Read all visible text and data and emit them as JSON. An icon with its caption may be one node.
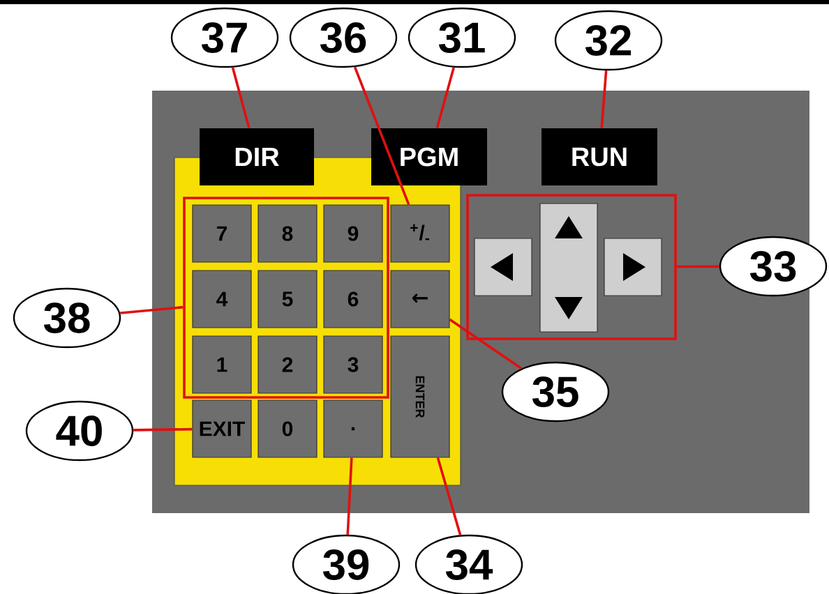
{
  "diagram": {
    "nodes": [
      {
        "text": [
          "37"
        ]
      },
      {
        "text": [
          "36"
        ]
      },
      {
        "text": [
          "31"
        ]
      },
      {
        "text": [
          "32"
        ]
      },
      {
        "text": [],
        "shape": "box"
      },
      {
        "text": [
          "DIR"
        ],
        "in": 4
      },
      {
        "text": [
          "PGM"
        ],
        "in": 4
      },
      {
        "text": [
          "RUN"
        ],
        "in": 4
      },
      {
        "text": [],
        "shape": "box",
        "in": 4
      },
      {
        "text": [],
        "shape": "box",
        "in": 8
      },
      {
        "text": [
          "7"
        ],
        "in": 9
      },
      {
        "text": [
          "8"
        ],
        "in": 9
      },
      {
        "text": [
          "9"
        ],
        "in": 9
      },
      {
        "text": [
          "4"
        ],
        "in": 9
      },
      {
        "text": [
          "5"
        ],
        "in": 9
      },
      {
        "text": [
          "6"
        ],
        "in": 9
      },
      {
        "text": [
          "1"
        ],
        "in": 9
      },
      {
        "text": [
          "2"
        ],
        "in": 9
      },
      {
        "text": [
          "3"
        ],
        "in": 9
      },
      {
        "text": [
          "$^{+}$/$_{-}$"
        ],
        "in": 8
      },
      {
        "text": [
          "←"
        ],
        "in": 8
      },
      {
        "text": [
          "ENTER"
        ],
        "in": 8
      },
      {
        "text": [
          "EXIT"
        ],
        "in": 8
      },
      {
        "text": [
          "0"
        ],
        "in": 8
      },
      {
        "text": [
          "."
        ],
        "in": 8
      },
      {
        "text": [],
        "shape": "box",
        "in": 4
      },
      {
        "text": [],
        "shape": "box",
        "in": 25
      },
      {
        "text": [],
        "shape": "box",
        "in": 25
      },
      {
        "text": [],
        "shape": "box",
        "in": 25
      },
      {
        "text": [
          "33"
        ]
      },
      {
        "text": [
          "38"
        ]
      },
      {
        "text": [
          "35"
        ],
        "in": 4
      },
      {
        "text": [
          "40"
        ]
      },
      {
        "text": [
          "39"
        ]
      },
      {
        "text": [
          "34"
        ]
      }
    ],
    "edges": [
      {
        "from": 0,
        "to": 5,
        "arrow": "none"
      },
      {
        "from": 1,
        "to": 19,
        "arrow": "none"
      },
      {
        "from": 2,
        "to": 6,
        "arrow": "none"
      },
      {
        "from": 3,
        "to": 7,
        "arrow": "none"
      },
      {
        "from": 29,
        "to": 25,
        "arrow": "none"
      },
      {
        "from": 30,
        "to": 9,
        "arrow": "none"
      },
      {
        "from": 31,
        "to": 20,
        "arrow": "none"
      },
      {
        "from": 32,
        "to": 22,
        "arrow": "none"
      },
      {
        "from": 33,
        "to": 24,
        "arrow": "none"
      },
      {
        "from": 34,
        "to": 21,
        "arrow": "none"
      }
    ]
  }
}
